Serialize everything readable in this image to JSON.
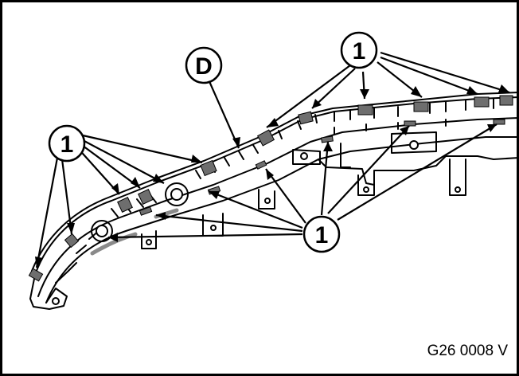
{
  "diagram": {
    "figure_id": "G26 0008 V",
    "callouts": {
      "top_right": "1",
      "left": "1",
      "bottom_center": "1",
      "detail": "D"
    },
    "colors": {
      "line": "#000000",
      "clip": "#6e6e6e",
      "background": "#ffffff"
    }
  }
}
